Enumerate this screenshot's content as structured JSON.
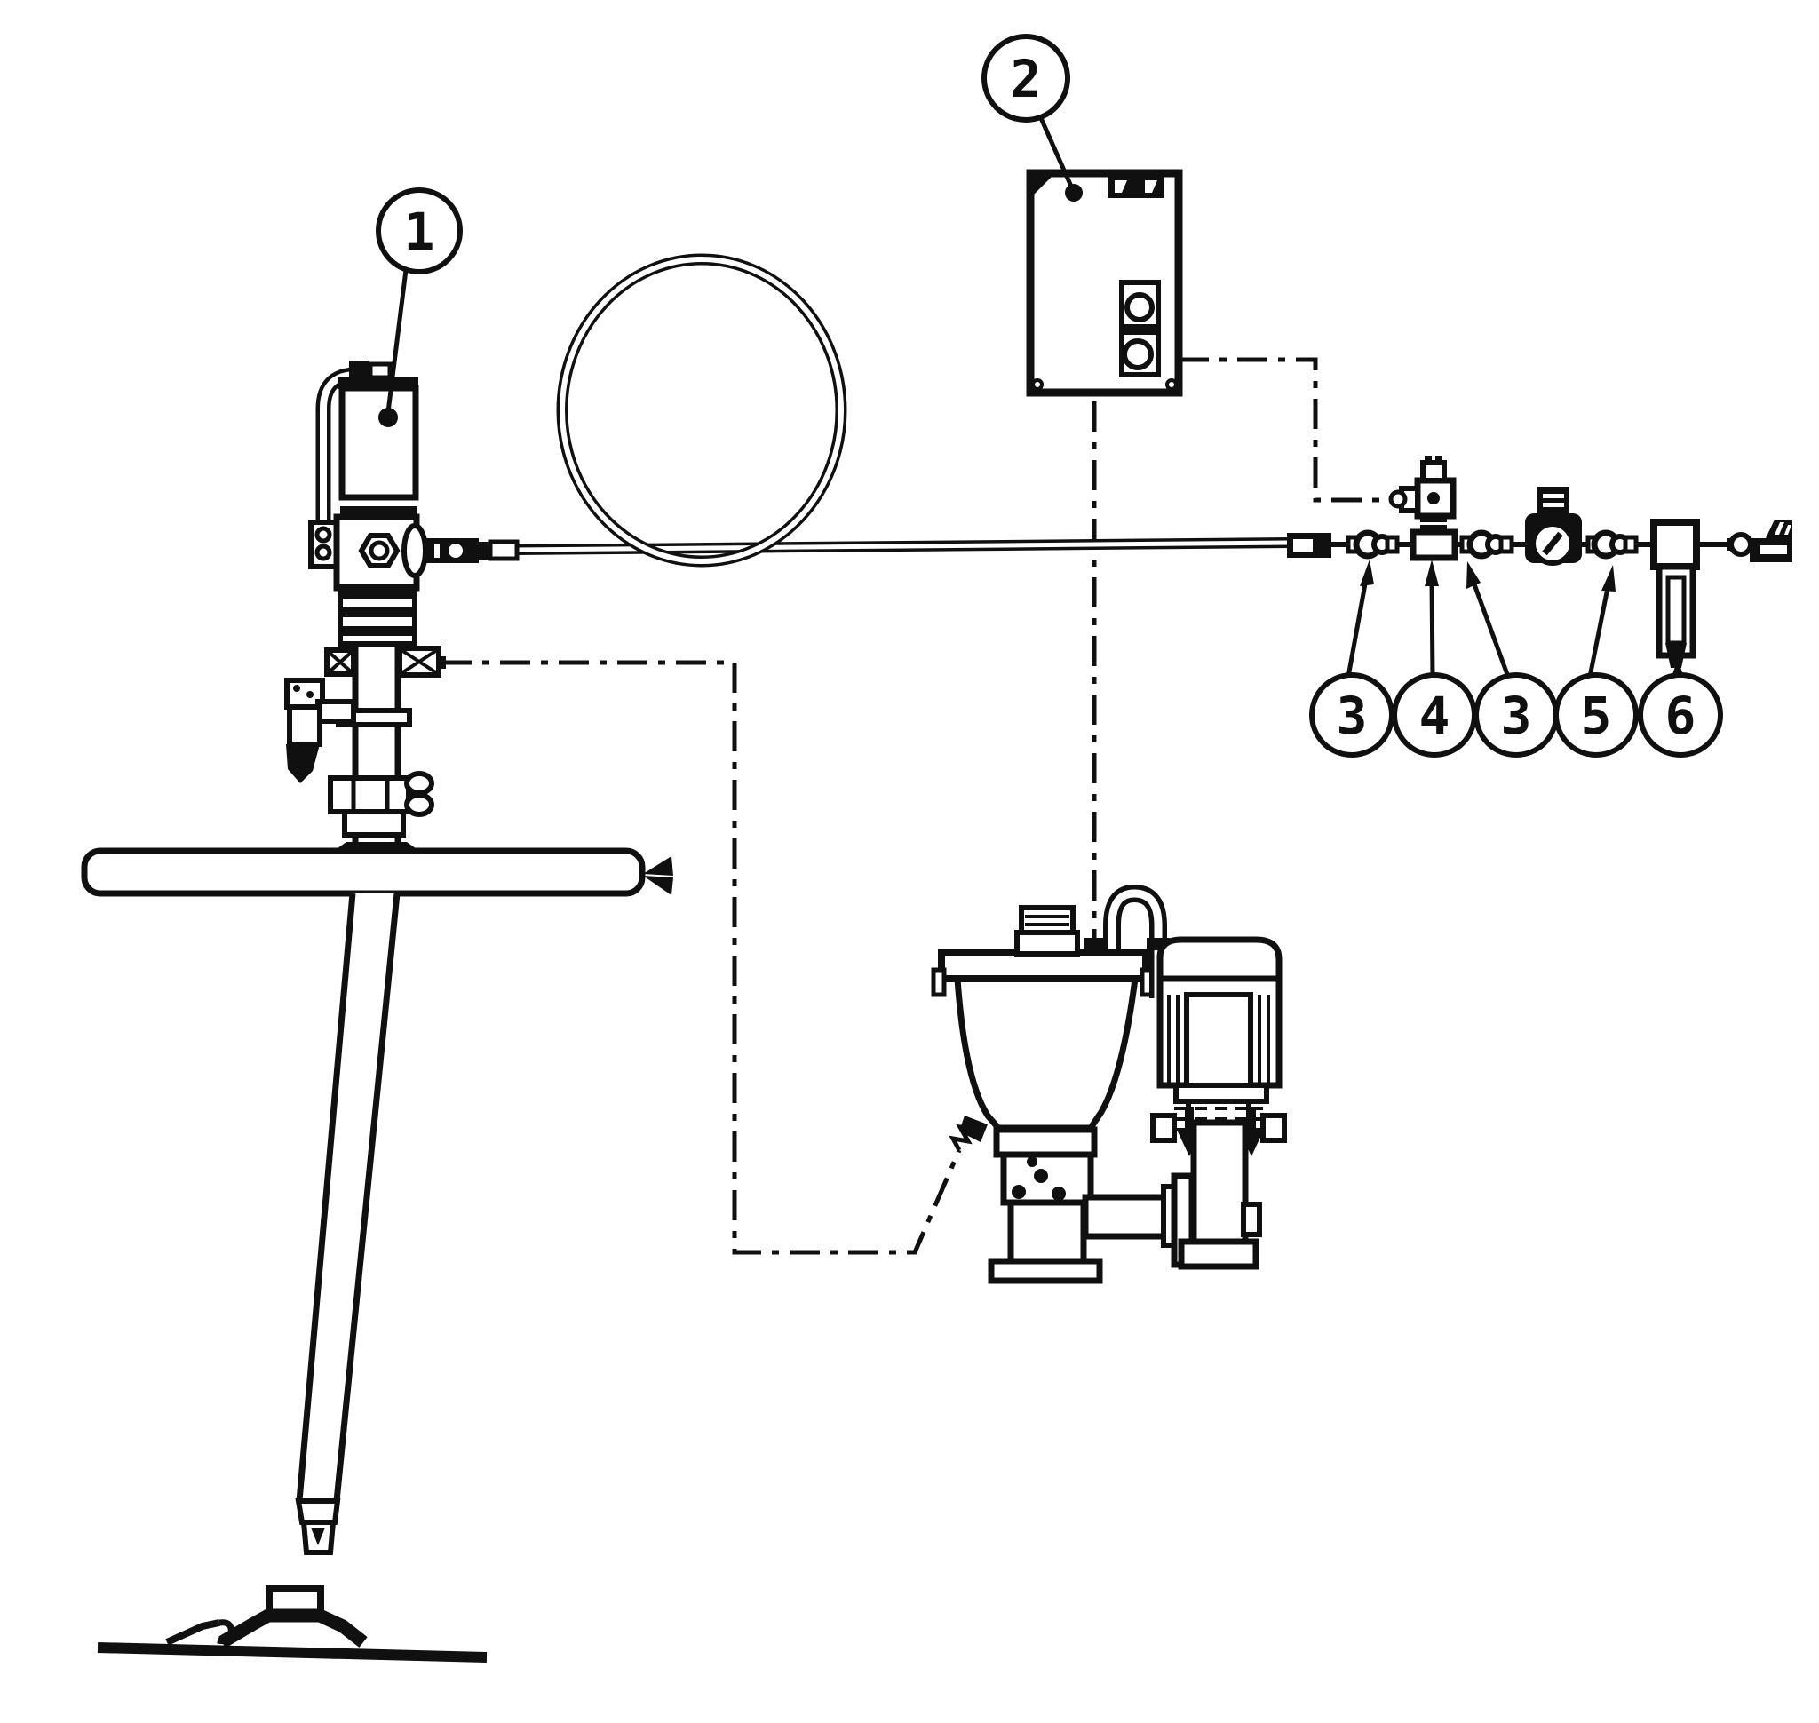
{
  "diagram": {
    "type": "technical-parts-diagram",
    "description": "Installation schematic: drum pump with coiled hose, pneumatic control box, air-line fittings and mixer unit",
    "colors": {
      "ink": "#101010",
      "paper": "#ffffff"
    },
    "callouts": [
      {
        "id": "callout-1",
        "label": "1",
        "target": "drum-pump"
      },
      {
        "id": "callout-2",
        "label": "2",
        "target": "control-box"
      },
      {
        "id": "callout-3a",
        "label": "3",
        "target": "line-valve-left"
      },
      {
        "id": "callout-4",
        "label": "4",
        "target": "solenoid-valve"
      },
      {
        "id": "callout-3b",
        "label": "3",
        "target": "line-valve-right"
      },
      {
        "id": "callout-5",
        "label": "5",
        "target": "outlet-fitting"
      },
      {
        "id": "callout-6",
        "label": "6",
        "target": "filter-unit"
      }
    ]
  }
}
